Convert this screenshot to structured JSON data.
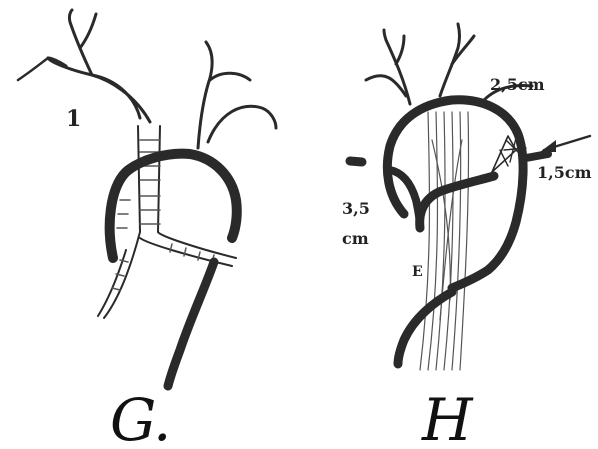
{
  "panels": {
    "g": {
      "letter": "G",
      "punct": ".",
      "vessel_label": "1"
    },
    "h": {
      "letter": "H",
      "measure_top": "2,5cm",
      "measure_right": "1,5cm",
      "measure_left_value": "3,5",
      "measure_left_unit": "cm",
      "esophagus_label": "E"
    }
  },
  "colors": {
    "ink": "#2a2a2a",
    "background": "#ffffff"
  }
}
